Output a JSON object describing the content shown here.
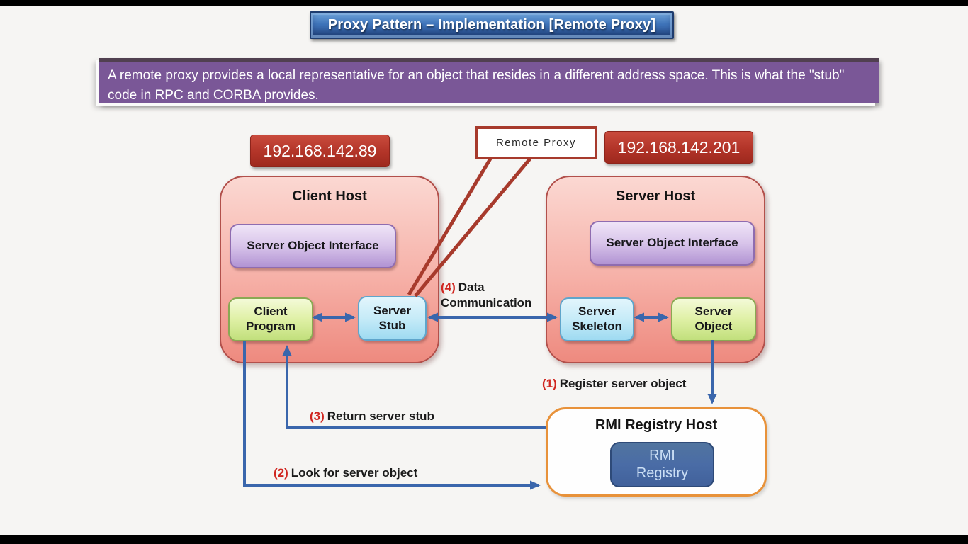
{
  "banner": {
    "title": "Proxy Pattern – Implementation [Remote Proxy]"
  },
  "description": {
    "text": "A remote proxy provides a local representative for an object that resides in a different address space. This is what the \"stub\" code in RPC and CORBA provides."
  },
  "labels": {
    "client_ip": "192.168.142.89",
    "server_ip": "192.168.142.201",
    "remote_proxy": "Remote Proxy"
  },
  "client_host": {
    "title": "Client Host",
    "interface": "Server Object Interface",
    "program": "Client Program",
    "stub": "Server Stub"
  },
  "server_host": {
    "title": "Server Host",
    "interface": "Server Object Interface",
    "skeleton": "Server Skeleton",
    "object": "Server Object"
  },
  "rmi_host": {
    "title": "RMI Registry Host",
    "registry": "RMI Registry"
  },
  "steps": {
    "s1": {
      "num": "(1)",
      "text": "Register server object"
    },
    "s2": {
      "num": "(2)",
      "text": "Look for server object"
    },
    "s3": {
      "num": "(3)",
      "text": "Return server stub"
    },
    "s4": {
      "num": "(4)",
      "text": "Data Communication"
    }
  },
  "colors": {
    "arrow_blue": "#3a66ac",
    "callout_red": "#a73a2c",
    "ip_red": "#b23428",
    "host_pink": "#f6b0a7",
    "host_border": "#b2504b",
    "interface_purple": "#b193d3",
    "program_green": "#c1df7c",
    "stub_blue": "#9edaf1",
    "rmi_orange": "#e8923a",
    "registry_blue": "#4a6ca6",
    "banner_blue": "#2b5699",
    "description_purple": "#7a5797",
    "step_number_red": "#d02620"
  }
}
